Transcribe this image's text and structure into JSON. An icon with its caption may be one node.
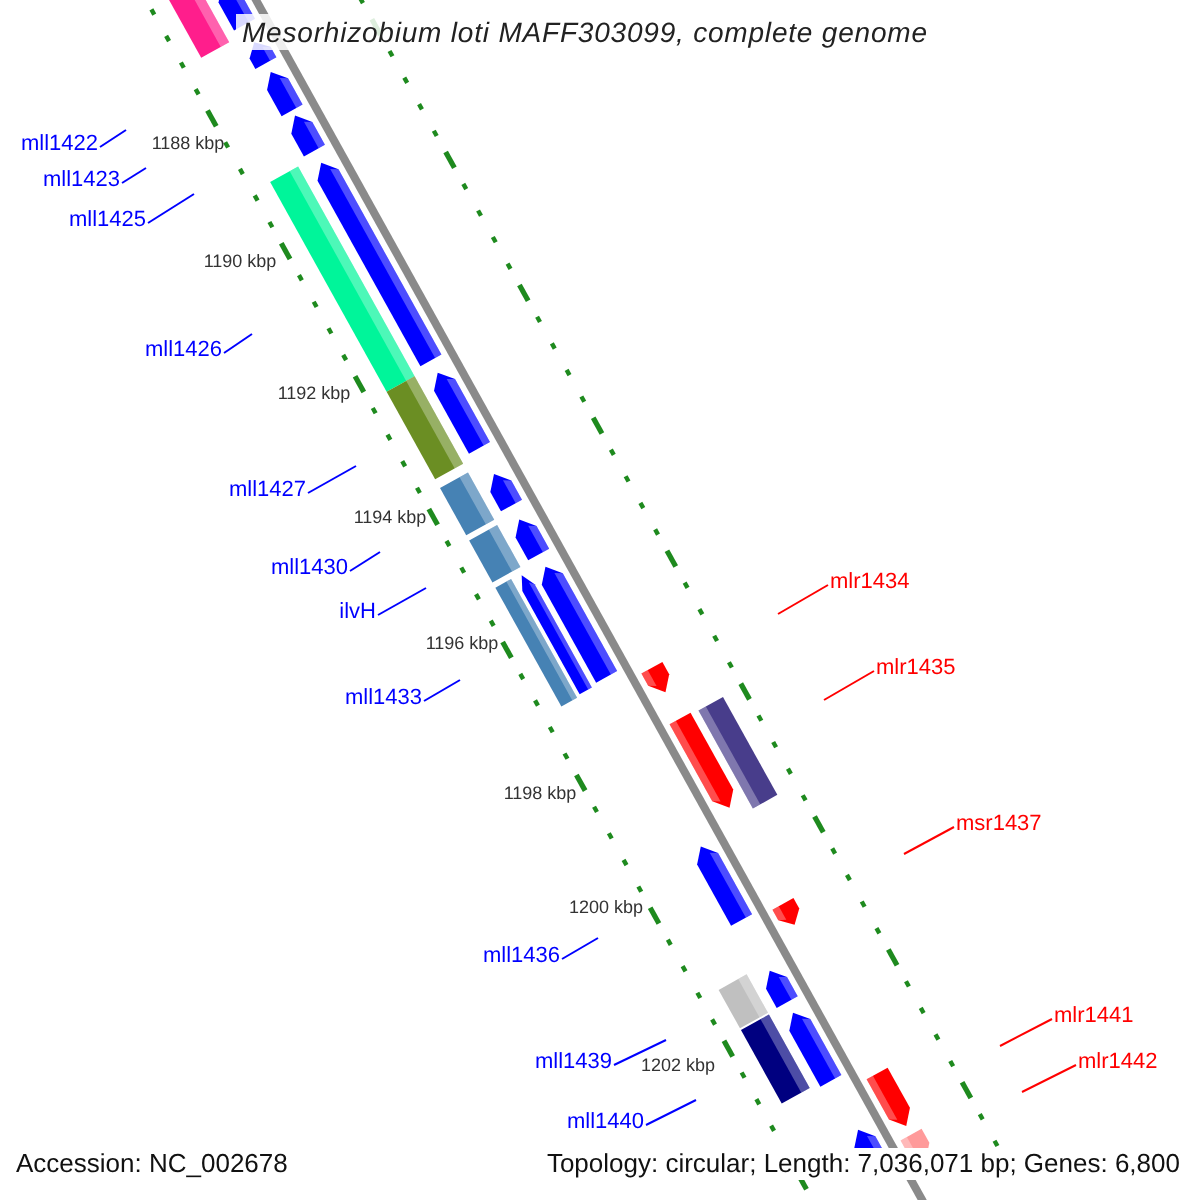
{
  "diagram": {
    "title": "Mesorhizobium loti MAFF303099, complete genome",
    "nodes": [
      {
        "text": [
          "mll1422"
        ]
      },
      {
        "text": [
          "mll1423"
        ]
      },
      {
        "text": [
          "mll1425"
        ]
      },
      {
        "text": [
          "mll1426"
        ]
      },
      {
        "text": [
          "mll1427"
        ]
      },
      {
        "text": [
          "mll1430"
        ]
      },
      {
        "text": [
          "mlr1434"
        ]
      },
      {
        "text": [
          "ilvH"
        ]
      },
      {
        "text": [
          "mlr1435"
        ]
      },
      {
        "text": [
          "mll1433"
        ]
      },
      {
        "text": [
          "msr1437"
        ]
      },
      {
        "text": [
          "mll1436"
        ]
      },
      {
        "text": [
          "mlr1441"
        ]
      },
      {
        "text": [
          "mll1439"
        ]
      },
      {
        "text": [
          "mlr1442"
        ]
      },
      {
        "text": [
          "mll1440"
        ]
      }
    ],
    "edges": [
      {
        "from": 0,
        "to": null,
        "arrow": "none"
      },
      {
        "from": 1,
        "to": null,
        "arrow": "none"
      },
      {
        "from": 2,
        "to": null,
        "arrow": "none"
      },
      {
        "from": 3,
        "to": null,
        "arrow": "none"
      },
      {
        "from": 4,
        "to": null,
        "arrow": "none"
      },
      {
        "from": 5,
        "to": null,
        "arrow": "none"
      },
      {
        "from": 6,
        "to": null,
        "arrow": "none",
        "color": "#ff0000"
      },
      {
        "from": 7,
        "to": null,
        "arrow": "none"
      },
      {
        "from": 8,
        "to": null,
        "arrow": "none",
        "color": "#ff0000"
      },
      {
        "from": 9,
        "to": null,
        "arrow": "none"
      },
      {
        "from": 10,
        "to": null,
        "arrow": "none",
        "color": "#ff0000"
      },
      {
        "from": 11,
        "to": null,
        "arrow": "none"
      },
      {
        "from": 12,
        "to": null,
        "arrow": "none",
        "color": "#ff0000"
      },
      {
        "from": 13,
        "to": null,
        "arrow": "none"
      },
      {
        "from": 14,
        "to": null,
        "arrow": "none",
        "color": "#ff0000"
      },
      {
        "from": 15,
        "to": null,
        "arrow": "none"
      }
    ],
    "labels": [
      "1188 kbp",
      "1190 kbp",
      "1192 kbp",
      "1194 kbp",
      "1196 kbp",
      "1198 kbp",
      "1200 kbp",
      "1202 kbp",
      "Accession: NC_002678",
      "Topology: circular; Length: 7,036,071 bp; Genes: 6,800"
    ]
  }
}
